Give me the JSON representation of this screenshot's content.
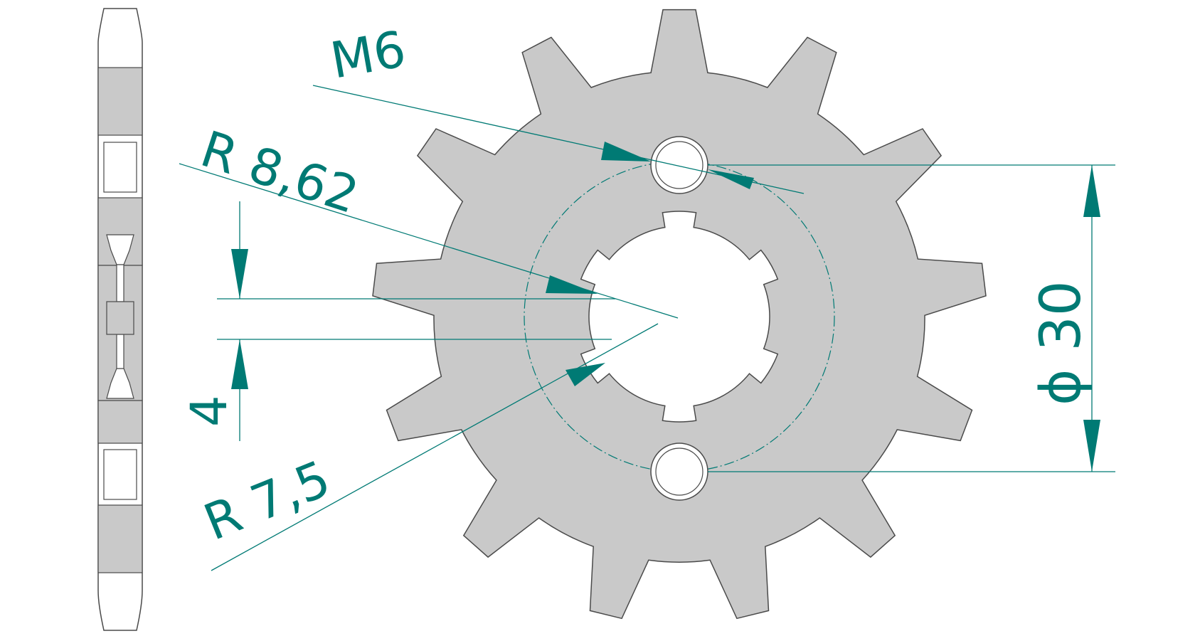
{
  "dimensions": {
    "thread": "M6",
    "bore_radius": "R 8,62",
    "spline_radius": "R 7,5",
    "spline_offset": "4",
    "bolt_circle_diameter": "ϕ 30"
  },
  "sprocket": {
    "teeth": 13
  },
  "colors": {
    "part_fill": "#c9c9c9",
    "part_stroke": "#4a4a4a",
    "dimension": "#007a74",
    "background": "#ffffff"
  }
}
